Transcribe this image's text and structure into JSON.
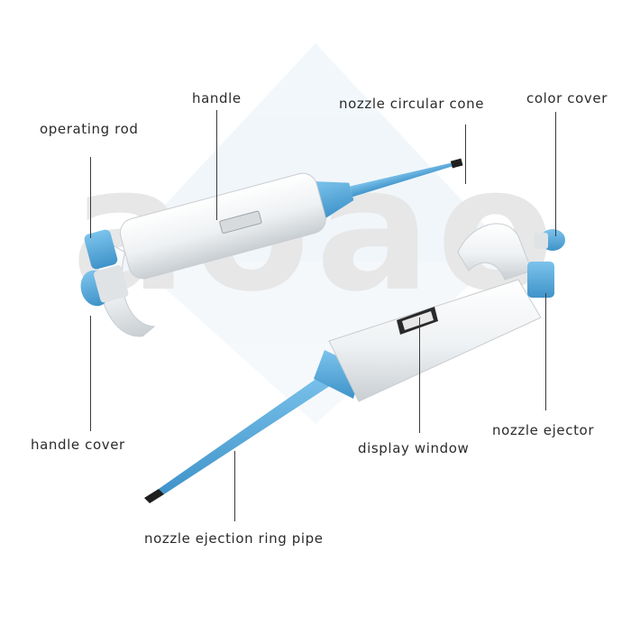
{
  "watermark": {
    "text": "aoao",
    "color": "#d9d9d9"
  },
  "colors": {
    "accent_blue": "#5aaee0",
    "body_white": "#eceff1",
    "tip_black": "#1e1e1e"
  },
  "labels": {
    "handle": "handle",
    "nozzle_circular_cone": "nozzle circular cone",
    "color_cover": "color cover",
    "operating_rod": "operating rod",
    "handle_cover": "handle cover",
    "display_window": "display window",
    "nozzle_ejector": "nozzle ejector",
    "nozzle_ejection_ring_pipe": "nozzle ejection ring pipe"
  }
}
